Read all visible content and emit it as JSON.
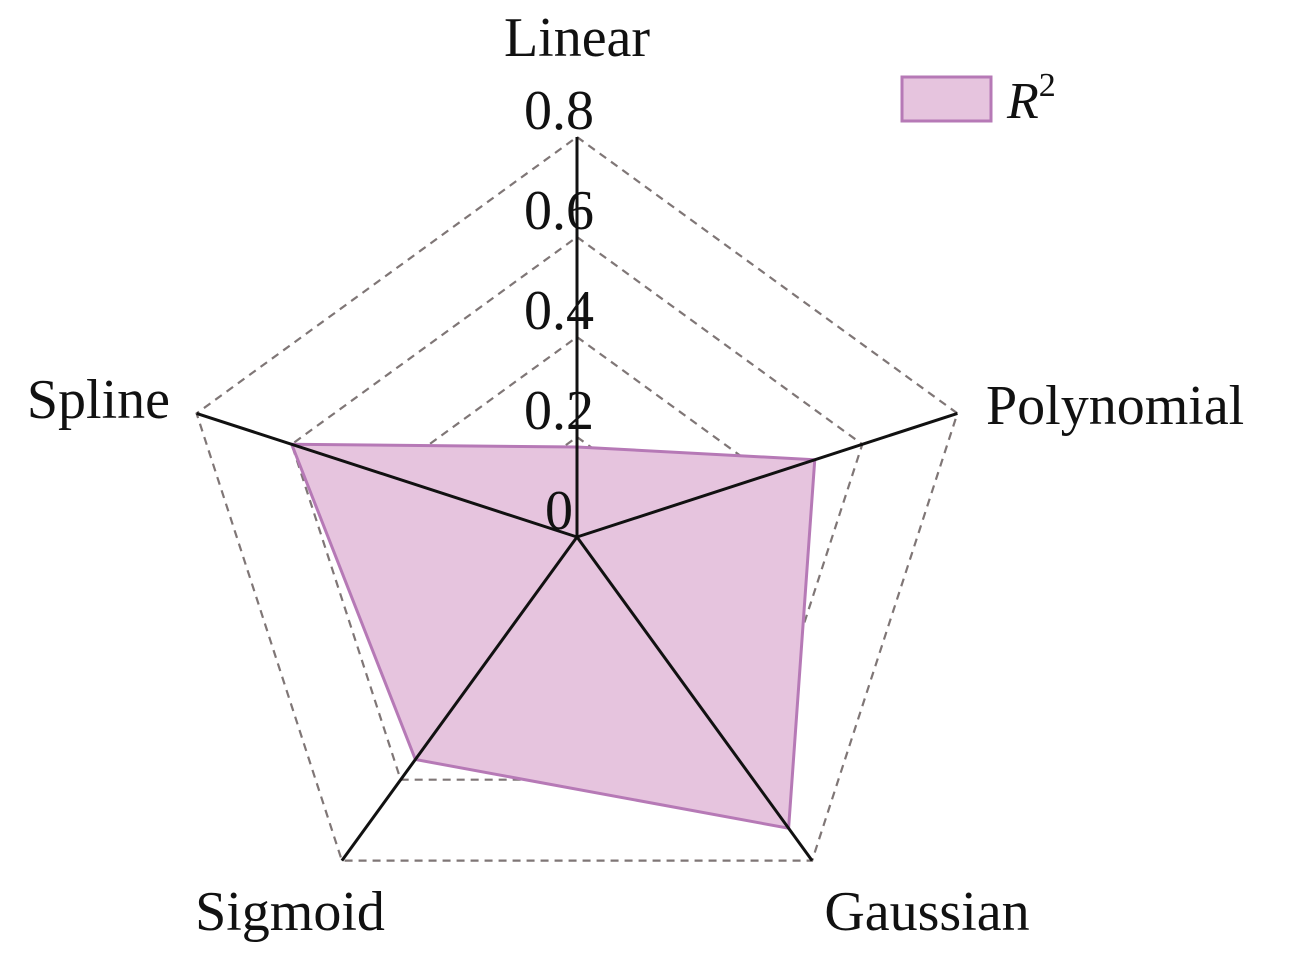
{
  "chart_data": {
    "type": "radar",
    "axes": [
      "Linear",
      "Polynomial",
      "Gaussian",
      "Sigmoid",
      "Spline"
    ],
    "r_range": [
      0,
      0.8
    ],
    "r_ticks": [
      "0",
      "0.2",
      "0.4",
      "0.6",
      "0.8"
    ],
    "r_tick_values": [
      0,
      0.2,
      0.4,
      0.6,
      0.8
    ],
    "grid": true,
    "grid_style": "dashed",
    "legend_position": "top-right",
    "series": [
      {
        "name": "R",
        "name_superscript": "2",
        "values": [
          0.18,
          0.5,
          0.72,
          0.55,
          0.6
        ],
        "fill_color": "#e6c4de",
        "line_color": "#b679b6"
      }
    ]
  },
  "colors": {
    "grid": "#7f7676",
    "axis": "#111111",
    "text": "#111111",
    "background": "#ffffff"
  }
}
